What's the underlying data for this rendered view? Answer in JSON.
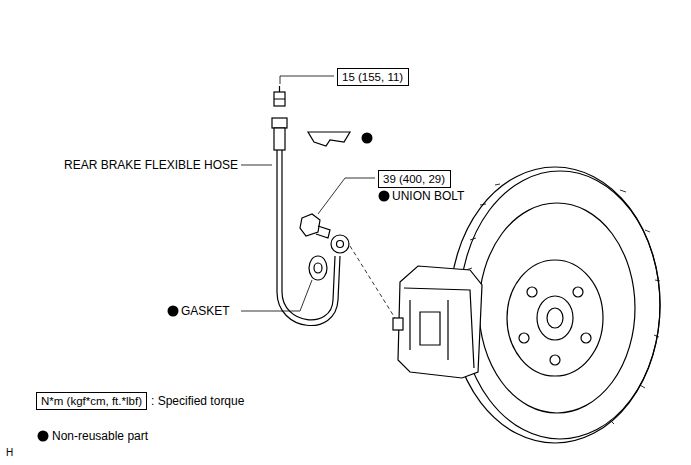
{
  "diagram": {
    "nodes": [
      {
        "text": [
          "15 (155, 11)"
        ]
      },
      {
        "text": [
          "39 (400, 29)"
        ]
      },
      {
        "text": [
          "N*m (kgf*cm, ft.*lbf)"
        ]
      }
    ],
    "edges": [],
    "labels": [
      "REAR BRAKE FLEXIBLE HOSE",
      "UNION BOLT",
      "GASKET",
      "H"
    ],
    "legend": [
      {
        "text": ": Specified torque"
      },
      {
        "text": "Non-reusable part"
      }
    ]
  }
}
